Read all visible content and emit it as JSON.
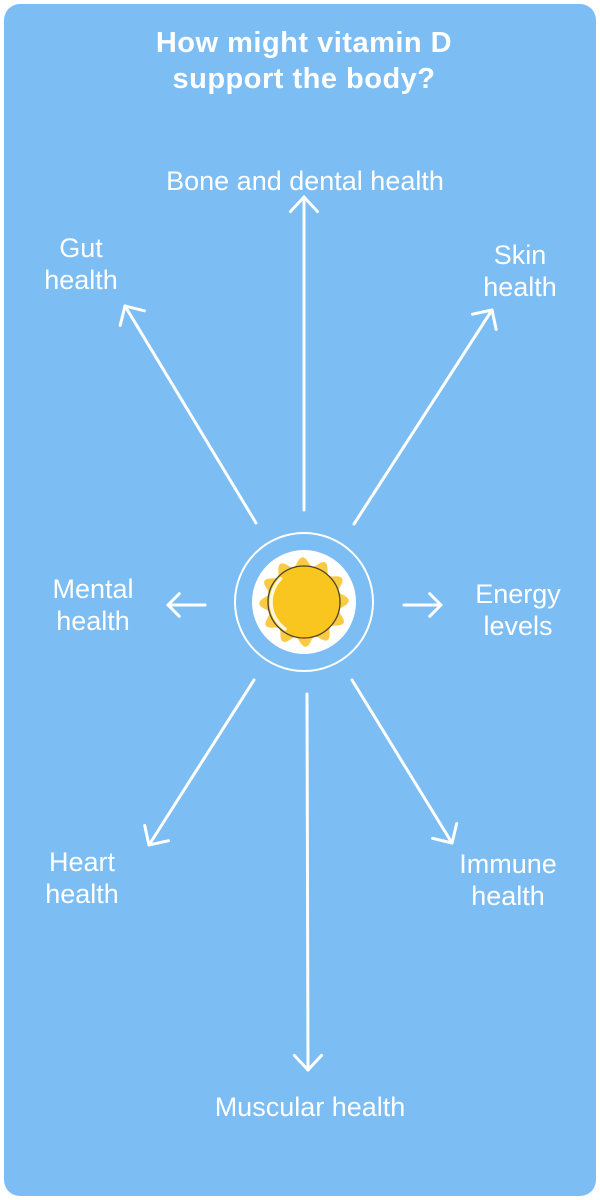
{
  "title": {
    "line1": "How might vitamin D",
    "line2": "support the body?"
  },
  "center": {
    "icon": "sun-icon"
  },
  "spokes": {
    "bone": {
      "label": "Bone and dental health",
      "direction": "up"
    },
    "gut": {
      "label": "Gut health",
      "direction": "up-left"
    },
    "skin": {
      "label": "Skin health",
      "direction": "up-right"
    },
    "mental": {
      "label": "Mental health",
      "direction": "left"
    },
    "energy": {
      "label": "Energy levels",
      "direction": "right"
    },
    "heart": {
      "label": "Heart health",
      "direction": "down-left"
    },
    "immune": {
      "label": "Immune health",
      "direction": "down-right"
    },
    "muscular": {
      "label": "Muscular health",
      "direction": "down"
    }
  },
  "colors": {
    "card_background": "#7CBDF3",
    "text": "#FFFFFF",
    "arrow": "#FFFFFF",
    "ring": "#FFFFFF",
    "sun_rays": "#F9CB45",
    "sun_core": "#F9C51F",
    "sun_core_outline": "#4D4528"
  }
}
